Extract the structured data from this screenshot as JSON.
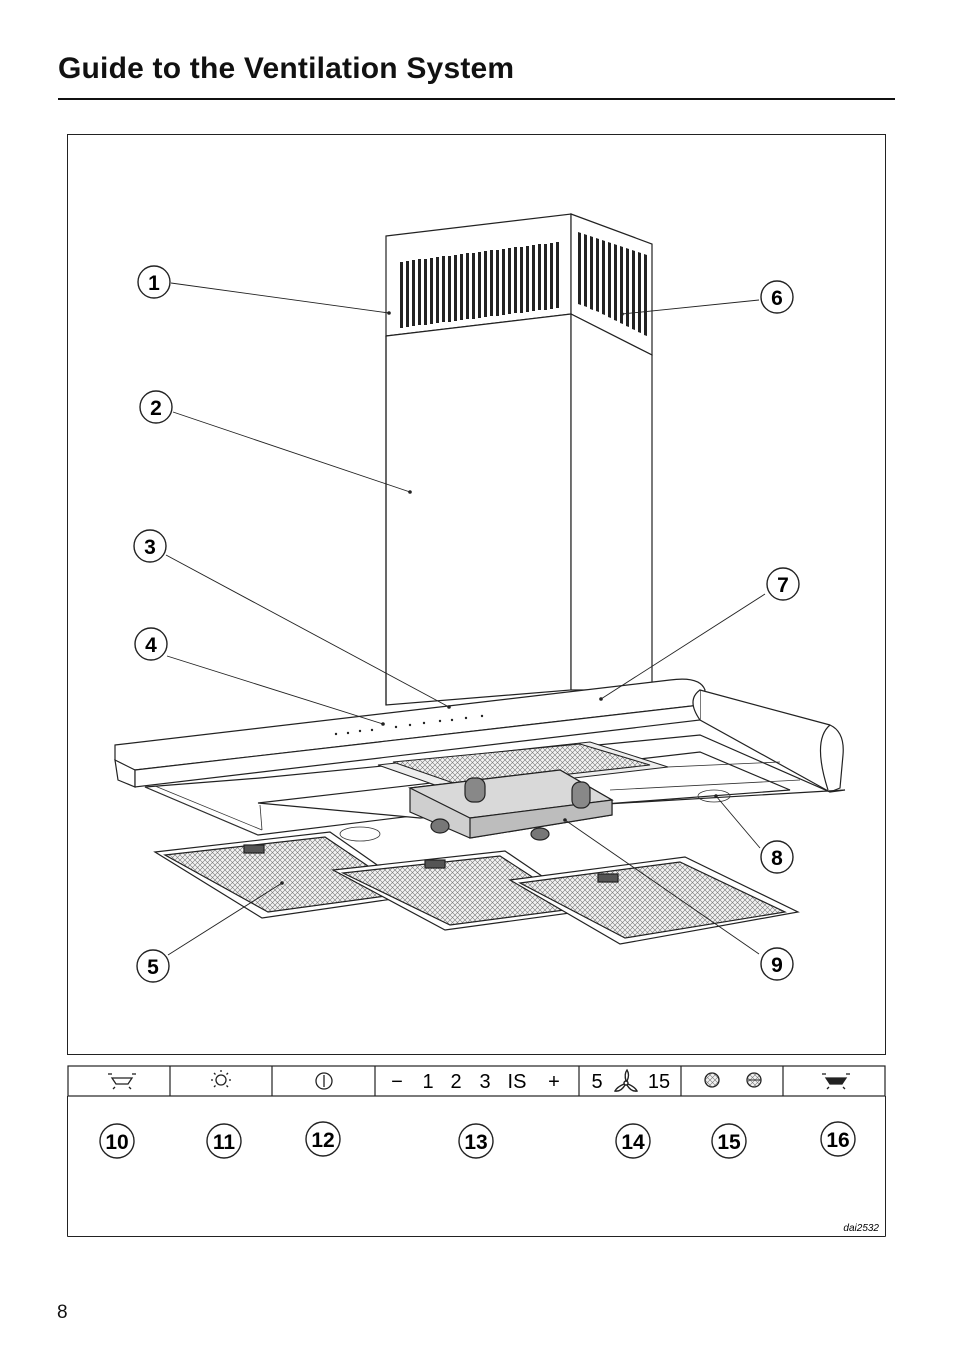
{
  "page": {
    "title": "Guide to the Ventilation System",
    "page_number": "8"
  },
  "figure": {
    "drawing_code": "dai2532",
    "callouts": [
      "1",
      "2",
      "3",
      "4",
      "5",
      "6",
      "7",
      "8",
      "9"
    ],
    "control_panel": {
      "segments": [
        {
          "icon": "light-dim-icon"
        },
        {
          "icon": "light-icon"
        },
        {
          "icon": "power-icon"
        },
        {
          "minus": "−",
          "labels": [
            "1",
            "2",
            "3",
            "IS"
          ],
          "plus": "+"
        },
        {
          "left": "5",
          "icon": "fan-timer-icon",
          "right": "15"
        },
        {
          "icon": "grease-filter-icon",
          "icon2": "odour-filter-icon"
        },
        {
          "icon": "ambient-light-icon"
        }
      ],
      "numbers": [
        "10",
        "11",
        "12",
        "13",
        "14",
        "15",
        "16"
      ]
    }
  }
}
